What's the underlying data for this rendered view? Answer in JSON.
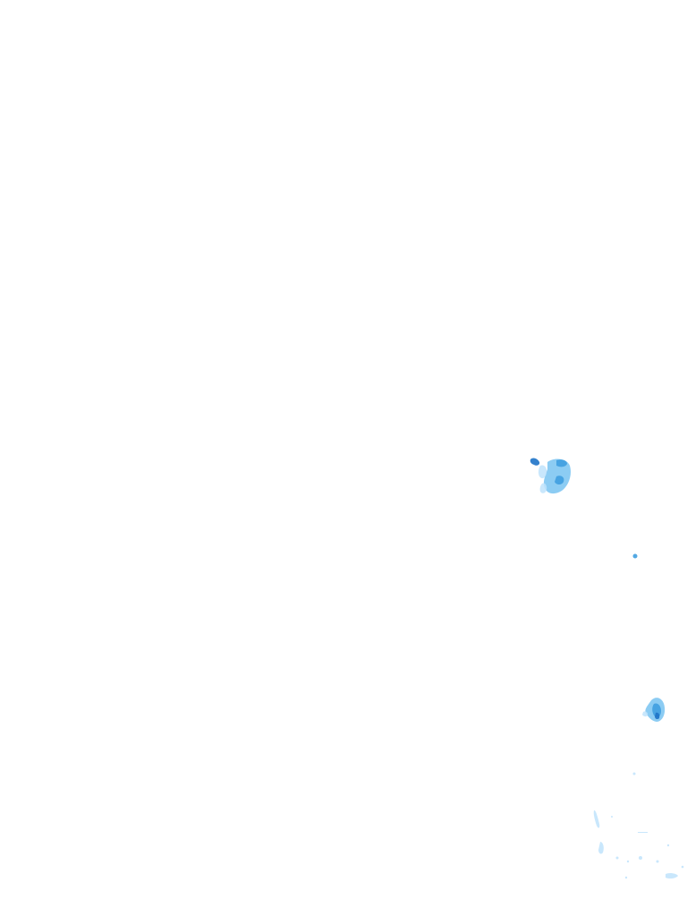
{
  "map": {
    "background_color": "#ffffff",
    "legend": [],
    "intensity_colors": {
      "light": "#bfe3fb",
      "medium": "#7fc6f2",
      "strong": "#3f9fe0",
      "heavy": "#1e73c8"
    },
    "cells": [
      {
        "name": "precip-cell-north",
        "intensity": "medium"
      },
      {
        "name": "precip-cell-north-core",
        "intensity": "heavy"
      },
      {
        "name": "precip-cell-isolated",
        "intensity": "strong"
      },
      {
        "name": "precip-cell-east",
        "intensity": "strong"
      },
      {
        "name": "precip-scatter-south",
        "intensity": "light"
      }
    ]
  }
}
